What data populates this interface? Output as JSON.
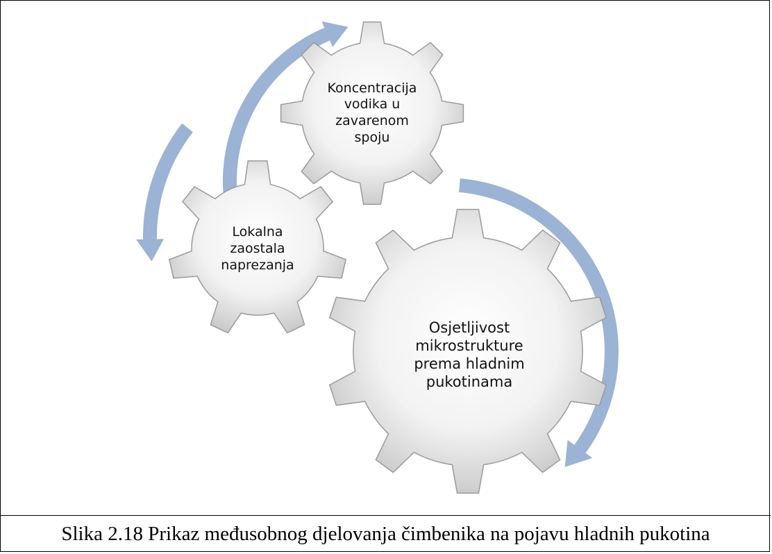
{
  "gears": {
    "top": {
      "lines": [
        "Koncentracija",
        "vodika u",
        "zavarenom",
        "spoju"
      ]
    },
    "left": {
      "lines": [
        "Lokalna",
        "zaostala",
        "naprezanja"
      ]
    },
    "right": {
      "lines": [
        "Osjetljivost",
        "mikrostrukture",
        "prema hladnim",
        "pukotinama"
      ]
    }
  },
  "caption": "Slika 2.18 Prikaz međusobnog djelovanja čimbenika na pojavu hladnih pukotina",
  "colors": {
    "gear_fill_center": "#ffffff",
    "gear_fill_edge": "#c4c4c4",
    "gear_stroke": "#9a9a9a",
    "arrow": "#9bb3d4"
  }
}
